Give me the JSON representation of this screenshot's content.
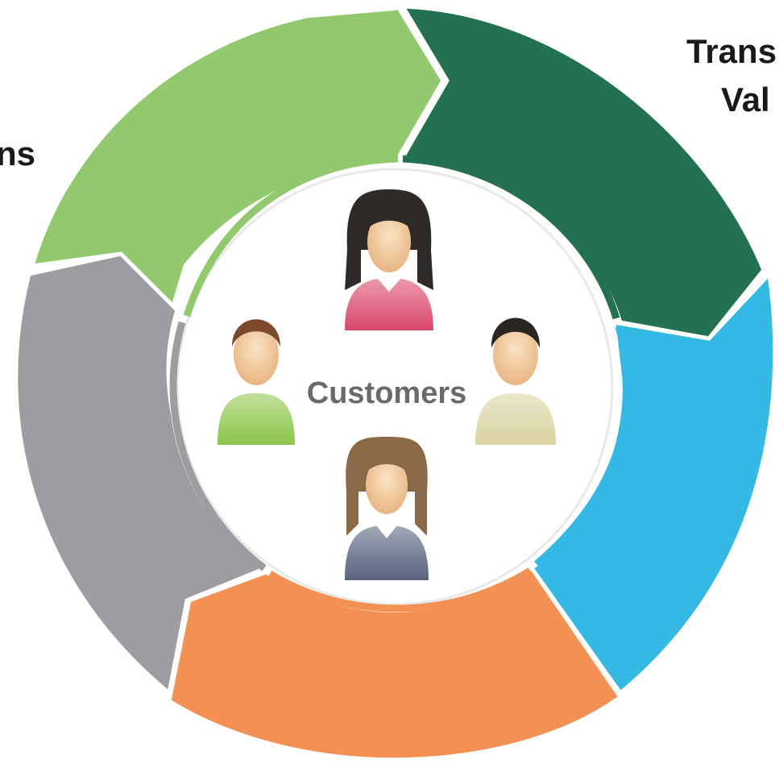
{
  "diagram": {
    "center_label": "Customers",
    "segments": [
      {
        "id": "light-green",
        "color": "#92c96f",
        "label": "ns"
      },
      {
        "id": "dark-green",
        "color": "#237150",
        "label_lines": [
          "Trans",
          "Val"
        ]
      },
      {
        "id": "blue",
        "color": "#33b9e3",
        "label": ""
      },
      {
        "id": "orange",
        "color": "#f39155",
        "label": ""
      },
      {
        "id": "gray",
        "color": "#9c9da0",
        "label": ""
      }
    ],
    "people": [
      {
        "name": "woman-pink",
        "hair": "#2e2a28",
        "shirt": "#d9486a"
      },
      {
        "name": "man-green",
        "hair": "#7a4a2a",
        "shirt": "#8cc64a"
      },
      {
        "name": "man-beige",
        "hair": "#2a2622",
        "shirt": "#d9d3a0"
      },
      {
        "name": "woman-blue",
        "hair": "#8a6a46",
        "shirt": "#56627e"
      }
    ]
  }
}
